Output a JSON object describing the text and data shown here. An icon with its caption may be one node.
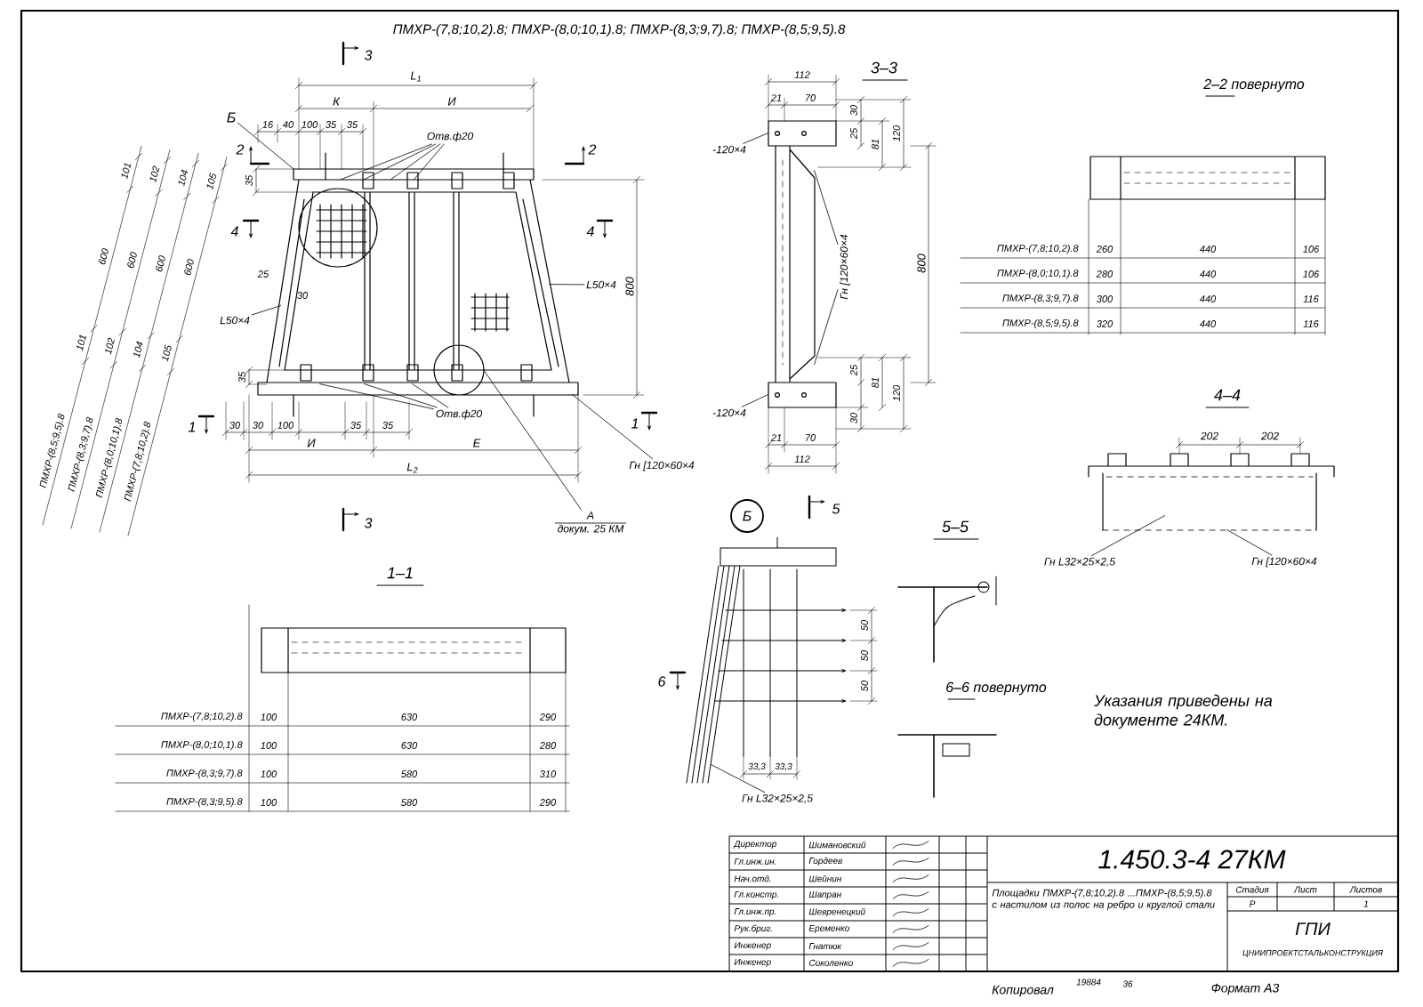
{
  "diagram": {
    "nodes": [
      {
        "text": [
          "Отв.ф20"
        ]
      },
      {
        "text": [
          "Отв.ф20"
        ]
      },
      {
        "text": [
          "L50×4"
        ]
      },
      {
        "text": [
          "L50×4"
        ]
      },
      {
        "text": [
          "Гн [120×60×4"
        ]
      },
      {
        "text": [
          "Б"
        ]
      },
      {
        "text": [
          "А",
          "докум. 25 КМ"
        ]
      },
      {
        "text": [
          "-120×4"
        ]
      },
      {
        "text": [
          "Гн [120×60×4"
        ]
      },
      {
        "text": [
          "-120×4"
        ]
      },
      {
        "text": [
          "Гн L32×25×2,5"
        ]
      },
      {
        "text": [
          "Гн [120×60×4"
        ]
      },
      {
        "text": [
          "Гн L32×25×2,5"
        ]
      },
      {
        "text": [
          "Б"
        ]
      },
      {
        "text": [],
        "shape": "picture"
      },
      {
        "text": [],
        "shape": "picture"
      },
      {
        "text": [],
        "shape": "picture"
      },
      {
        "text": [],
        "shape": "picture"
      }
    ],
    "edges": [
      {
        "from": 0,
        "to": 14,
        "arrow": "none"
      },
      {
        "from": 0,
        "to": 14,
        "arrow": "none"
      },
      {
        "from": 0,
        "to": 14,
        "arrow": "none"
      },
      {
        "from": 0,
        "to": 14,
        "arrow": "none"
      },
      {
        "from": 1,
        "to": 14,
        "arrow": "none"
      },
      {
        "from": 1,
        "to": 14,
        "arrow": "none"
      },
      {
        "from": 1,
        "to": 14,
        "arrow": "none"
      },
      {
        "from": 2,
        "to": 14,
        "arrow": "none"
      },
      {
        "from": 3,
        "to": 14,
        "arrow": "none"
      },
      {
        "from": 4,
        "to": 14,
        "arrow": "none"
      },
      {
        "from": 5,
        "to": 14,
        "arrow": "none"
      },
      {
        "from": 6,
        "to": 14,
        "arrow": "none"
      },
      {
        "from": 7,
        "to": 15,
        "arrow": "none"
      },
      {
        "from": 8,
        "to": 15,
        "arrow": "none"
      },
      {
        "from": 8,
        "to": 15,
        "arrow": "none"
      },
      {
        "from": 9,
        "to": 15,
        "arrow": "none"
      },
      {
        "from": 10,
        "to": 16,
        "arrow": "none"
      },
      {
        "from": 11,
        "to": 16,
        "arrow": "none"
      },
      {
        "from": 12,
        "to": 17,
        "arrow": "none"
      }
    ],
    "labels": [
      "ПМХР-(7,8;10,2).8; ПМХР-(8,0;10,1).8; ПМХР-(8,3;9,7).8; ПМХР-(8,5;9,5).8",
      "3–3",
      "2–2 повернуто",
      "3",
      "L$_{1}$",
      "К",
      "И",
      "16",
      "40",
      "100",
      "35",
      "35",
      "2",
      "2",
      "35",
      "4",
      "4",
      "25",
      "30",
      "800",
      "35",
      "1",
      "1",
      "30",
      "30",
      "100",
      "35",
      "35",
      "И",
      "Е",
      "L$_{2}$",
      "3",
      "101",
      "600",
      "101",
      "102",
      "600",
      "102",
      "104",
      "600",
      "104",
      "105",
      "600",
      "105",
      "ПМХР-(8,5;9,5).8",
      "ПМХР-(8,3;9,7).8",
      "ПМХР-(8,0;10,1).8",
      "ПМХР-(7,8;10,2).8",
      "112",
      "21",
      "70",
      "30",
      "25",
      "81",
      "120",
      "800",
      "25",
      "81",
      "120",
      "30",
      "21",
      "70",
      "112",
      "5",
      "ПМХР-(7,8;10,2).8",
      "260",
      "440",
      "106",
      "ПМХР-(8,0;10,1).8",
      "280",
      "440",
      "106",
      "ПМХР-(8,3;9,7).8",
      "300",
      "440",
      "116",
      "ПМХР-(8,5;9,5).8",
      "320",
      "440",
      "116",
      "4–4",
      "202",
      "202",
      "1–1",
      "ПМХР-(7,8;10,2).8",
      "100",
      "630",
      "290",
      "ПМХР-(8,0;10,1).8",
      "100",
      "630",
      "280",
      "ПМХР-(8,3;9,7).8",
      "100",
      "580",
      "310",
      "ПМХР-(8,3;9,5).8",
      "100",
      "580",
      "290",
      "6",
      "5–5",
      "6–6 повернуто",
      "50",
      "50",
      "50",
      "33,3",
      "33,3",
      "Указания приведены на документе 24КМ.",
      "1.450.3-4 27КМ",
      "Директор",
      "Шимановский",
      "Гл.инж.ин.",
      "Гордеев",
      "Нач.отд.",
      "Шейнин",
      "Гл.констр.",
      "Шапран",
      "Гл.инж.пр.",
      "Шевренецкий",
      "Рук.бриг.",
      "Еременко",
      "Инженер",
      "Гнатюк",
      "Инженер",
      "Соколенко",
      "Площадки ПМХР-(7,8;10,2).8 ...ПМХР-(8,5;9,5).8 с настилом из полос на ребро и круглой стали",
      "Стадия",
      "Лист",
      "Листов",
      "Р",
      "1",
      "ГПИ",
      "ЦНИИПРОЕКТСТАЛЬКОНСТРУКЦИЯ",
      "Копировал",
      "19884",
      "36",
      "Формат А3"
    ]
  }
}
